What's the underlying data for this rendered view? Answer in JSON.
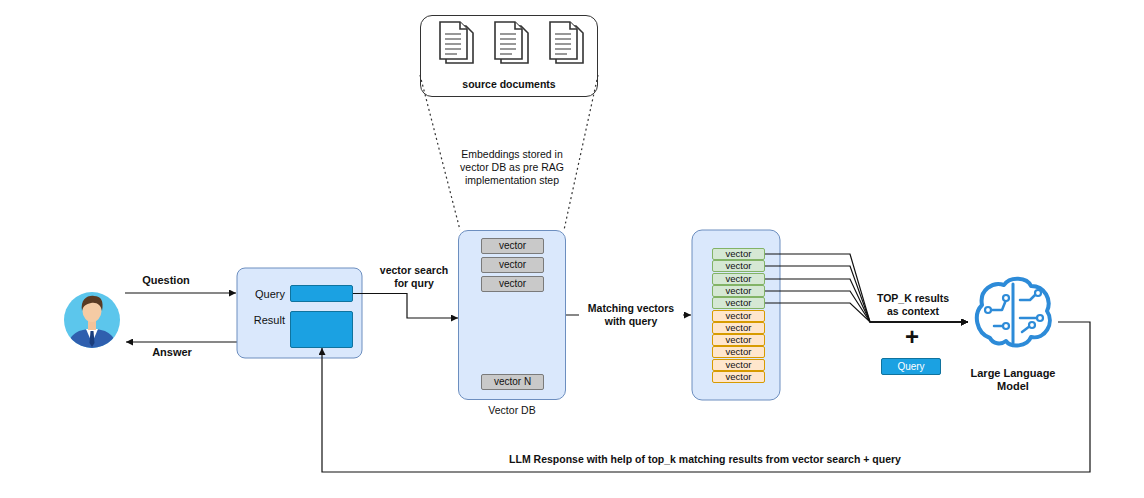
{
  "diagram": {
    "nodes": [
      {
        "text": [
          "source documents"
        ]
      },
      {
        "text": [
          "Query"
        ]
      },
      {
        "text": [
          "Result"
        ]
      },
      {
        "text": [
          "Vector DB"
        ]
      },
      {
        "text": [
          "vector"
        ],
        "in": 3
      },
      {
        "text": [
          "vector"
        ],
        "in": 3
      },
      {
        "text": [
          "vector"
        ],
        "in": 3
      },
      {
        "text": [
          "vector N"
        ],
        "in": 3
      },
      {
        "text": [
          "vector"
        ]
      },
      {
        "text": [
          "vector"
        ]
      },
      {
        "text": [
          "vector"
        ]
      },
      {
        "text": [
          "vector"
        ]
      },
      {
        "text": [
          "vector"
        ]
      },
      {
        "text": [
          "vector"
        ]
      },
      {
        "text": [
          "vector"
        ]
      },
      {
        "text": [
          "vector"
        ]
      },
      {
        "text": [
          "vector"
        ]
      },
      {
        "text": [
          "vector"
        ]
      },
      {
        "text": [
          "vector"
        ]
      },
      {
        "text": [
          "Query"
        ]
      },
      {
        "text": [
          "Large Language Model"
        ]
      }
    ],
    "edges": [
      {
        "from": 1,
        "to": 3,
        "label": "vector search for qury",
        "arrow": "to"
      },
      {
        "from": 0,
        "to": 3,
        "arrow": "none"
      },
      {
        "from": 0,
        "to": 3,
        "arrow": "none"
      },
      {
        "from": 8,
        "to": 20,
        "arrow": "to"
      },
      {
        "from": 9,
        "to": 20,
        "arrow": "to"
      },
      {
        "from": 10,
        "to": 20,
        "arrow": "to"
      },
      {
        "from": 11,
        "to": 20,
        "arrow": "to"
      },
      {
        "from": 12,
        "to": 20,
        "arrow": "to"
      },
      {
        "from": 20,
        "to": 2,
        "label": "LLM Response with help of top_k matching results from vector search + query",
        "arrow": "to"
      }
    ],
    "labels": [
      "Question",
      "Answer",
      "Embeddings stored in vector DB as pre RAG implementation step",
      "Matching vectors with query",
      "TOP_K results as context",
      "+"
    ]
  }
}
